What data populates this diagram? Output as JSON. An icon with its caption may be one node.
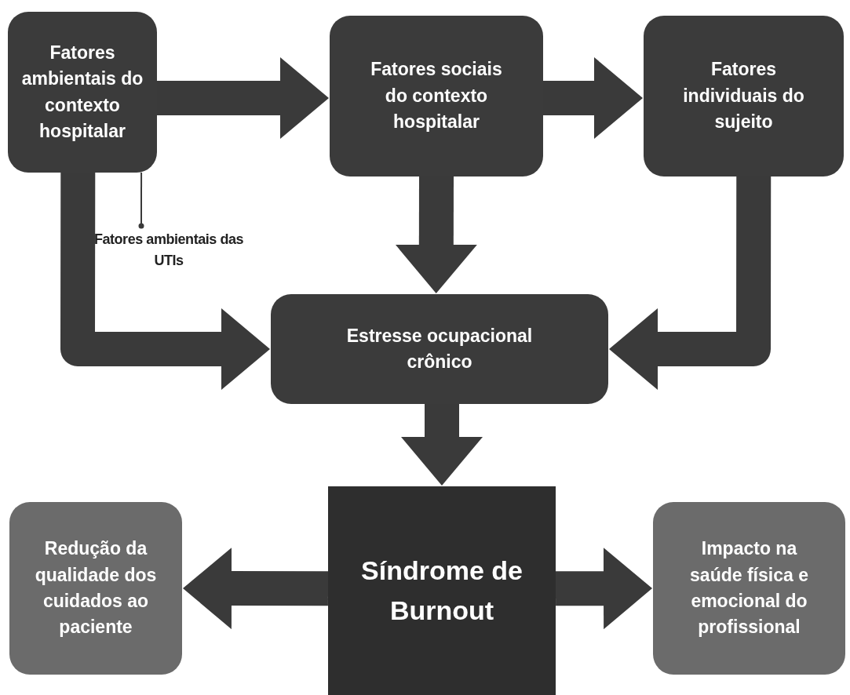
{
  "diagram": {
    "nodes": [
      {
        "text": [
          "Fatores ambientais do contexto hospitalar"
        ]
      },
      {
        "text": [
          "Fatores sociais do contexto hospitalar"
        ]
      },
      {
        "text": [
          "Fatores individuais do sujeito"
        ]
      },
      {
        "text": [
          "Fatores ambientais das UTIs"
        ]
      },
      {
        "text": [
          "Estresse ocupacional crônico"
        ]
      },
      {
        "text": [
          "Síndrome de Burnout"
        ]
      },
      {
        "text": [
          "Redução da qualidade dos cuidados ao paciente"
        ]
      },
      {
        "text": [
          "Impacto na saúde física e emocional do profissional"
        ]
      }
    ],
    "edges": [
      {
        "from": 0,
        "to": 1,
        "arrow": "both"
      },
      {
        "from": 1,
        "to": 2,
        "arrow": "both"
      },
      {
        "from": 0,
        "to": 4,
        "arrow": "to"
      },
      {
        "from": 1,
        "to": 4,
        "arrow": "to"
      },
      {
        "from": 2,
        "to": 4,
        "arrow": "to"
      },
      {
        "from": 4,
        "to": 5,
        "arrow": "to"
      },
      {
        "from": 5,
        "to": 6,
        "arrow": "to"
      },
      {
        "from": 5,
        "to": 7,
        "arrow": "to"
      },
      {
        "from": 3,
        "to": 0,
        "arrow": "other"
      }
    ]
  }
}
